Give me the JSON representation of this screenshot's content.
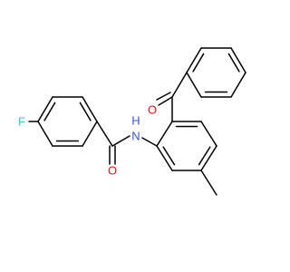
{
  "structure": {
    "atoms": {
      "fluorine": {
        "symbol": "F",
        "color": "#33cccc"
      },
      "amide_nitrogen": {
        "symbol": "N",
        "color": "#3050f8",
        "hydrogen": "H"
      },
      "amide_oxygen": {
        "symbol": "O",
        "color": "#ff0d0d"
      },
      "ketone_oxygen": {
        "symbol": "O",
        "color": "#ff0d0d"
      }
    },
    "bond_color": "#000000"
  }
}
